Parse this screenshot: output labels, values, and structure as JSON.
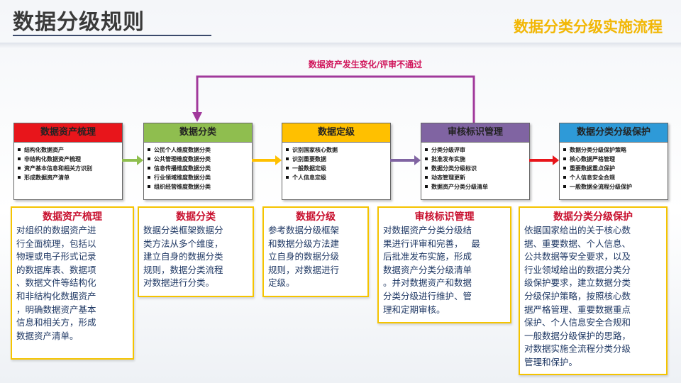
{
  "header": {
    "title": "数据分级规则",
    "subtitle": "数据分类分级实施流程"
  },
  "loop_label": "数据资产发生变化/评审不通过",
  "colors": {
    "step1": "#e8151b",
    "step2": "#8fbe4f",
    "step3": "#ffc000",
    "step4": "#8064a2",
    "step5": "#2e9ad8",
    "loop": "#a1399b",
    "card_border": "#f5c400"
  },
  "steps": [
    {
      "title": "数据资产梳理",
      "items": [
        "结构化数据资产",
        "非结构化数据资产梳理",
        "资产基本信息和相关方识别",
        "形成数据资产清单"
      ]
    },
    {
      "title": "数据分类",
      "items": [
        "公民个人维度数据分类",
        "公共管理维度数据分类",
        "信息传播维度数据分类",
        "行业领域维度数据分类",
        "组织经营维度数据分类"
      ]
    },
    {
      "title": "数据定级",
      "items": [
        "识别国家核心数据",
        "识别重要数据",
        "一般数据定级",
        "个人信息定级"
      ]
    },
    {
      "title": "审核标识管理",
      "items": [
        "分类分级评审",
        "批准发布实施",
        "数据分类分级标识",
        "动态管理更新",
        "数据资产分类分级清单"
      ]
    },
    {
      "title": "数据分类分级保护",
      "items": [
        "数据分类分级保护策略",
        "核心数据严格管理",
        "重要数据重点保护",
        "个人信息安全合规",
        "一般数据全流程分级保护"
      ]
    }
  ],
  "cards": [
    {
      "title": "数据资产梳理",
      "lines": [
        "对组织的数据资产进",
        "行全面梳理，包括以",
        "物理或电子形式记录",
        "的数据库表、数据项",
        "、数据文件等结构化",
        "和非结构化数据资产",
        "，明确数据资产基本",
        "信息和相关方，形成",
        "数据资产清单。"
      ]
    },
    {
      "title": "数据分类",
      "lines": [
        "数据分类框架数据分",
        "类方法从多个维度，",
        "建立自身的数据分类",
        "规则，数据分类流程",
        "对数据进行分类。"
      ]
    },
    {
      "title": "数据分级",
      "lines": [
        "参考数据分级框架",
        "和数据分级方法建",
        "立自身的数据分级",
        "规则，对数据进行",
        "定级。"
      ]
    },
    {
      "title": "审核标识管理",
      "lines": [
        "对数据资产分类分级结",
        "果进行评审和完善，   最",
        "后批准发布实施，形成",
        "数据资产分类分级清单",
        "。并对数据资产和数据",
        "分类分级进行维护、管",
        "理和定期审核。"
      ]
    },
    {
      "title": "数据分类分级保护",
      "lines": [
        "依据国家给出的关于核心数",
        "据、重要数据、个人信息、",
        "公共数据等安全要求，以及",
        "行业领域给出的数据分类分",
        "级保护要求，建立数据分类",
        "分级保护策略，按照核心数",
        "据严格管理、重要数据重点",
        "保护、个人信息安全合规和",
        "一般数据分级保护的思路，",
        "对数据实施全流程分类分级",
        "管理和保护。"
      ]
    }
  ]
}
